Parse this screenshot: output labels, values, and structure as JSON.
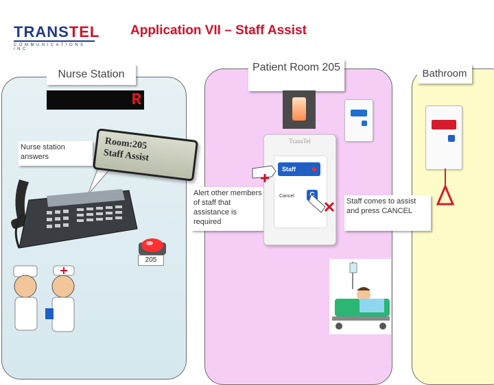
{
  "header": {
    "title": "Application VII – Staff Assist"
  },
  "logo": {
    "name_part1": "TRANS",
    "name_part2": "TEL",
    "tagline": "COMMUNICATIONS INC"
  },
  "zones": {
    "nurse_station": "Nurse Station",
    "patient_room": "Patient Room 205",
    "bathroom": "Bathroom"
  },
  "nurse_display": {
    "char": "R"
  },
  "phone_lcd": {
    "line1": "Room:205",
    "line2": "Staff Assist"
  },
  "room_indicator": {
    "number": "205"
  },
  "room_station": {
    "brand": "TransTel",
    "staff_button": "Staff",
    "cancel_button": "Cancel"
  },
  "callouts": {
    "nurse_answers": "Nurse station answers",
    "alert": "Alert other members of staff that assistance is required",
    "staff_comes": "Staff comes to assist and press CANCEL"
  },
  "colors": {
    "title": "#d0102a",
    "nurse_panel": "#d6e8ee",
    "patient_panel": "#f5cdf5",
    "bath_panel": "#fdfcc8",
    "alert_red": "#e01818"
  }
}
